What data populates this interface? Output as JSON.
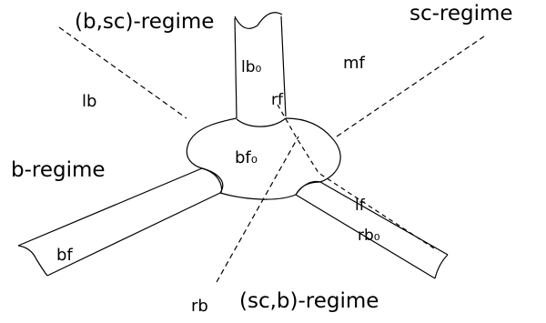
{
  "regions": {
    "bsc_regime": "(b,sc)-regime",
    "sc_regime": "sc-regime",
    "b_regime": "b-regime",
    "scb_regime": "(sc,b)-regime"
  },
  "faces": {
    "lb0": "lb₀",
    "mf": "mf",
    "lb": "lb",
    "rf": "rf",
    "bf0": "bf₀",
    "lf": "lf",
    "rb0": "rb₀",
    "bf": "bf",
    "rb": "rb"
  },
  "colors": {
    "stroke": "#000000",
    "background": "#ffffff"
  }
}
